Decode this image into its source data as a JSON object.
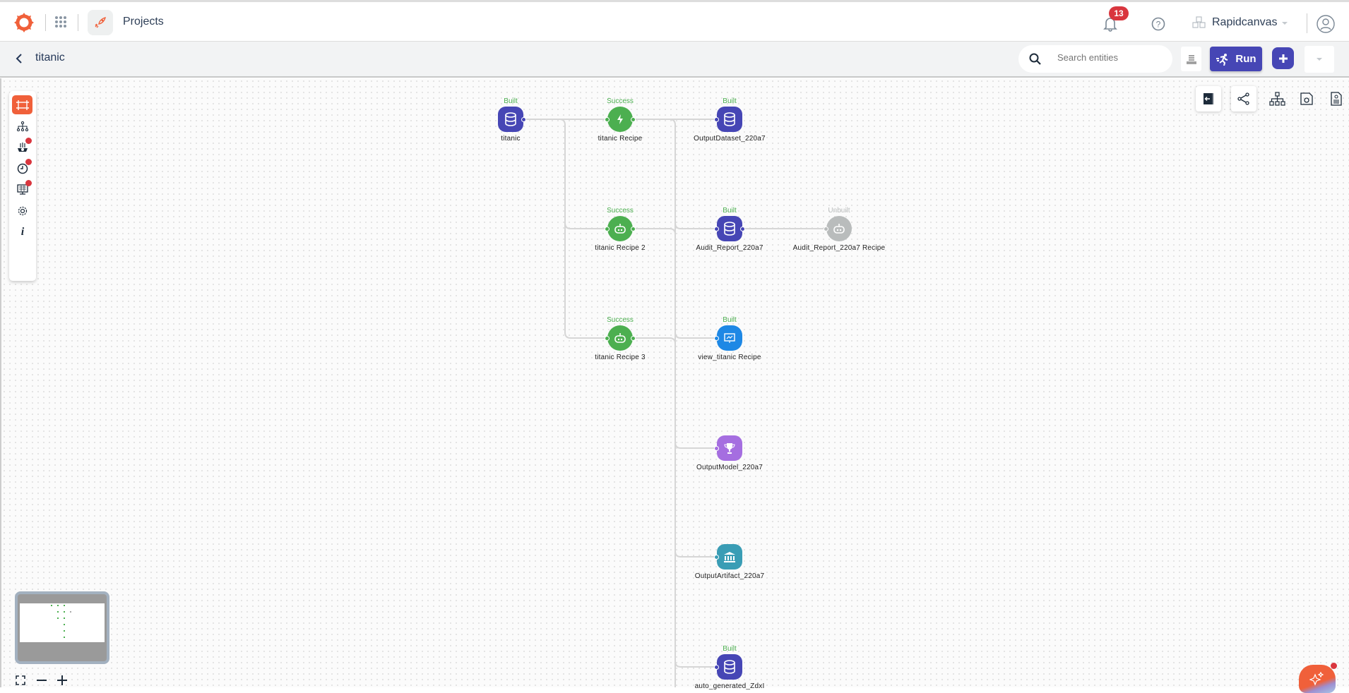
{
  "header": {
    "nav_title": "Projects",
    "notifications_count": "13",
    "workspace": "Rapidcanvas"
  },
  "subheader": {
    "project_name": "titanic",
    "search_placeholder": "Search entities",
    "run_label": "Run"
  },
  "left_toolbar": {
    "items": [
      "canvas",
      "dag",
      "predictions",
      "scheduler",
      "dataapps",
      "settings",
      "info"
    ],
    "info_label": "i"
  },
  "nodes": [
    {
      "name": "titanic",
      "status": "Built",
      "type": "dataset"
    },
    {
      "name": "titanic Recipe",
      "status": "Success",
      "type": "recipe"
    },
    {
      "name": "OutputDataset_220a7",
      "status": "Built",
      "type": "dataset"
    },
    {
      "name": "titanic Recipe 2",
      "status": "Success",
      "type": "ai-recipe"
    },
    {
      "name": "Audit_Report_220a7",
      "status": "Built",
      "type": "dataset"
    },
    {
      "name": "Audit_Report_220a7 Recipe",
      "status": "Unbuilt",
      "type": "ai-recipe"
    },
    {
      "name": "titanic Recipe 3",
      "status": "Success",
      "type": "ai-recipe"
    },
    {
      "name": "view_titanic Recipe",
      "status": "Built",
      "type": "chart"
    },
    {
      "name": "OutputModel_220a7",
      "status": "",
      "type": "model"
    },
    {
      "name": "OutputArtifact_220a7",
      "status": "",
      "type": "artifact"
    },
    {
      "name": "auto_generated_ZdxI",
      "status": "Built",
      "type": "dataset"
    }
  ],
  "colors": {
    "accent": "#f0603a",
    "primary": "#4646b5",
    "success": "#4caf50",
    "unbuilt": "#b9bcbc",
    "chart": "#1e88e5",
    "model": "#a56ee0",
    "artifact": "#3a9db5"
  }
}
